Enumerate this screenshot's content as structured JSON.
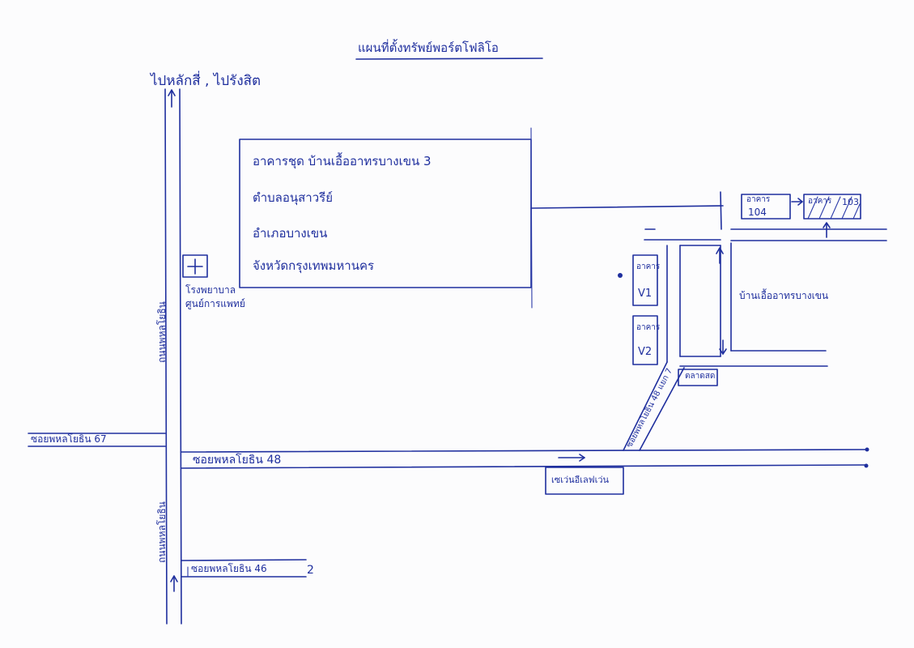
{
  "map": {
    "title": "แผนที่ตั้งทรัพย์พอร์ตโฟลิโอ",
    "north_direction_label": "ไปหลักสี่ , ไปรังสิต",
    "address_block": {
      "line1": "อาคารชุด บ้านเอื้ออาทรบางเขน 3",
      "line2": "ตำบลอนุสาวรีย์",
      "line3": "อำเภอบางเขน",
      "line4": "จังหวัดกรุงเทพมหานคร"
    },
    "roads": {
      "main_vertical": "ถนนพหลโยธิน",
      "main_vertical_lower": "ถนนพหลโยธิน",
      "soi_67": "ซอยพหลโยธิน 67",
      "soi_48": "ซอยพหลโยธิน 48",
      "soi_48_arrow": "→",
      "soi_46": "ซอยพหลโยธิน 46",
      "soi_46_suffix": "2",
      "diagonal": "ซอยพหลโยธิน 48 แยก 7"
    },
    "landmarks": {
      "hospital_line1": "โรงพยาบาล",
      "hospital_line2": "ศูนย์การแพทย์",
      "seven_eleven": "เซเว่นอีเลฟเว่น",
      "market": "ตลาดสด",
      "village": "บ้านเอื้ออาทรบางเขน",
      "hospital_icon": "plus-cross"
    },
    "buildings": {
      "v1_label": "อาคาร",
      "v1_id": "V1",
      "v2_label": "อาคาร",
      "v2_id": "V2",
      "b104_label": "อาคาร",
      "b104_id": "104",
      "b103_label": "อาคาร",
      "b103_id": "103"
    },
    "ink_color": "#1f2f9e"
  }
}
